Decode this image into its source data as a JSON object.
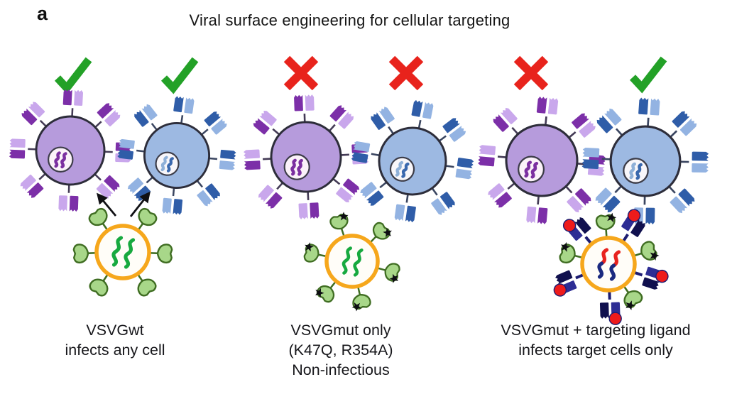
{
  "figure": {
    "panel_label": "a",
    "title": "Viral surface engineering for cellular targeting",
    "panels": [
      {
        "marks": [
          "check",
          "check"
        ],
        "cells": [
          "purple-cell",
          "blue-cell"
        ],
        "virus": "VSVGwt virus (orange envelope, green RNA, green wild-type spikes)",
        "caption_lines": [
          "VSVGwt",
          "infects any cell"
        ]
      },
      {
        "marks": [
          "cross",
          "cross"
        ],
        "cells": [
          "purple-cell",
          "blue-cell"
        ],
        "virus": "VSVGmut virus (green spikes carrying black mutation stars)",
        "caption_lines": [
          "VSVGmut only",
          "(K47Q, R354A)",
          "Non-infectious"
        ]
      },
      {
        "marks": [
          "cross",
          "check"
        ],
        "cells": [
          "purple-cell",
          "blue-cell"
        ],
        "virus": "VSVGmut + targeting-ligand virus (navy ligands with red tips, red/navy RNA)",
        "caption_lines": [
          "VSVGmut + targeting ligand",
          "infects target cells only"
        ]
      }
    ],
    "colors": {
      "check_green": "#23a127",
      "cross_red": "#e8231c",
      "purple_cell": "#b69bdc",
      "blue_cell": "#9db9e2",
      "virus_envelope_orange": "#f6a71c",
      "viral_rna_green": "#17a93f",
      "spike_green": "#a8d789",
      "ligand_navy": "#1c1c72",
      "ligand_tip_red": "#ee1b1b"
    }
  }
}
